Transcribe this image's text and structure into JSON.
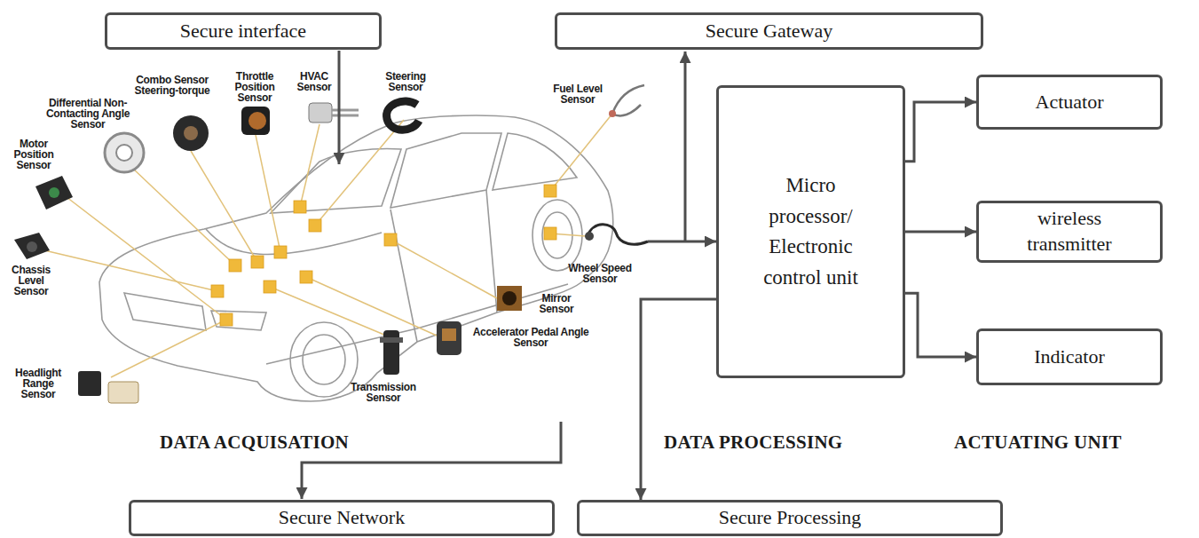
{
  "diagram": {
    "nodes": [
      {
        "text": [
          "Secure interface"
        ]
      },
      {
        "text": [
          "Secure Gateway"
        ]
      },
      {
        "text": [
          "Micro processor/ Electronic control unit"
        ]
      },
      {
        "text": [
          "Actuator"
        ]
      },
      {
        "text": [
          "wireless transmitter"
        ]
      },
      {
        "text": [
          "Indicator"
        ]
      },
      {
        "text": [
          "Secure Network"
        ]
      },
      {
        "text": [
          "Secure Processing"
        ]
      }
    ],
    "edges": [
      {
        "from": 2,
        "to": 3,
        "arrow": "to"
      },
      {
        "from": 2,
        "to": 4,
        "arrow": "to"
      },
      {
        "from": 2,
        "to": 5,
        "arrow": "to"
      },
      {
        "from": 2,
        "to": 7,
        "arrow": "to"
      }
    ],
    "labels": [
      "Combo Sensor Steering-torque",
      "Throttle Position Sensor",
      "HVAC Sensor",
      "Steering Sensor",
      "Differential Non-Contacting Angle Sensor",
      "Motor Position Sensor",
      "Fuel Level Sensor",
      "Chassis Level Sensor",
      "Wheel Speed Sensor",
      "Mirror Sensor",
      "Accelerator Pedal Angle Sensor",
      "Headlight Range Sensor",
      "Transmission Sensor",
      "DATA ACQUISATION",
      "DATA PROCESSING",
      "ACTUATING UNIT"
    ]
  }
}
